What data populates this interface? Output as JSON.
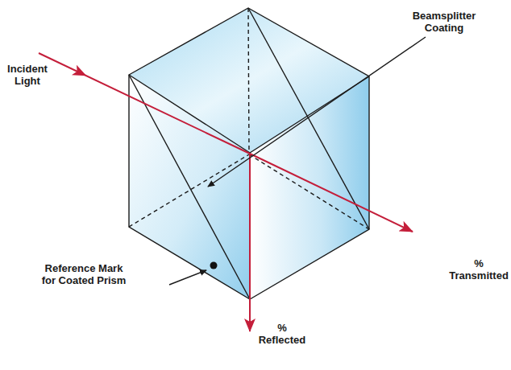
{
  "diagram": {
    "labels": [
      "Incident Light",
      "Beamsplitter Coating",
      "Reference Mark for Coated Prism",
      "% Transmitted",
      "% Reflected"
    ]
  }
}
